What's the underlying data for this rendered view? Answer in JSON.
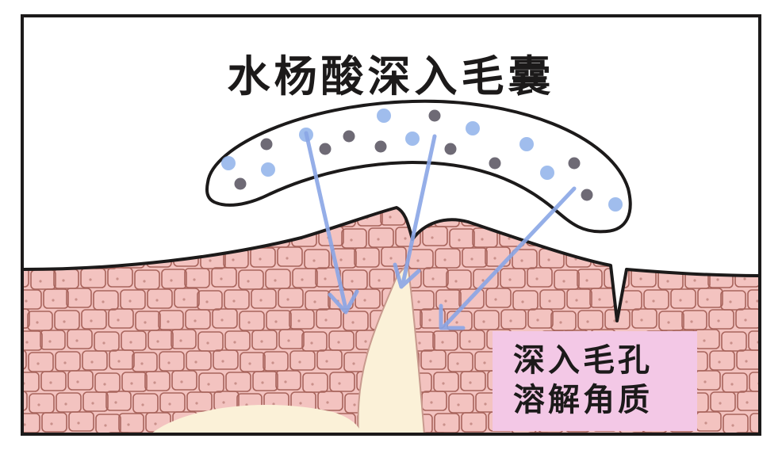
{
  "title": "水杨酸深入毛囊",
  "callout": {
    "line1": "深入毛孔",
    "line2": "溶解角质"
  },
  "colors": {
    "skin": "#f3c3c0",
    "cell_outline": "#a8645c",
    "follicle": "#fbf1d8",
    "arrow": "#8aa6e6",
    "particle_blue": "#8fb2ea",
    "particle_gray": "#5e5a66",
    "callout_bg": "#f3c8e6",
    "outline": "#1c1a1a"
  }
}
